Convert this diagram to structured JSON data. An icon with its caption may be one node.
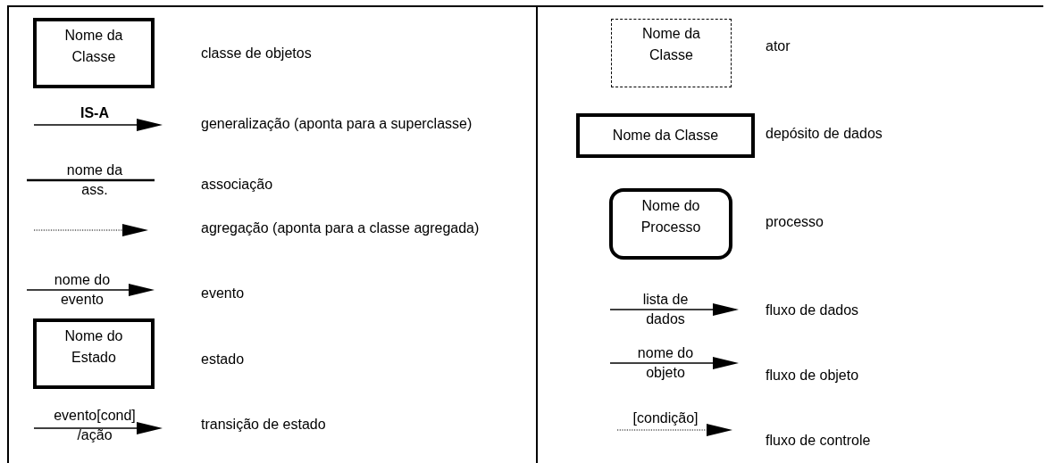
{
  "diagram": {
    "nodes": [
      {
        "text": [
          "Nome da Classe"
        ],
        "beside": [
          "classe de objetos"
        ]
      },
      {
        "text": [
          "Nome do Estado"
        ],
        "beside": [
          "estado"
        ]
      },
      {
        "text": [
          "Nome da Classe"
        ],
        "beside": [
          "ator"
        ]
      },
      {
        "text": [
          "Nome da Classe"
        ],
        "beside": [
          "depósito de dados"
        ]
      },
      {
        "text": [
          "Nome do Processo"
        ],
        "beside": [
          "processo"
        ]
      }
    ],
    "labels": [
      "IS-A",
      "nome da ass.",
      "nome do evento",
      "evento[cond] /ação",
      "lista de dados",
      "nome do objeto",
      "[condição]"
    ],
    "legend": [
      {
        "text": "generalização (aponta para a superclasse)"
      },
      {
        "text": "associação"
      },
      {
        "text": "agregação (aponta para a classe agregada)"
      },
      {
        "text": "evento"
      },
      {
        "text": "transição de estado"
      },
      {
        "text": "fluxo de dados"
      },
      {
        "text": "fluxo de objeto"
      },
      {
        "text": "fluxo de controle"
      }
    ]
  }
}
